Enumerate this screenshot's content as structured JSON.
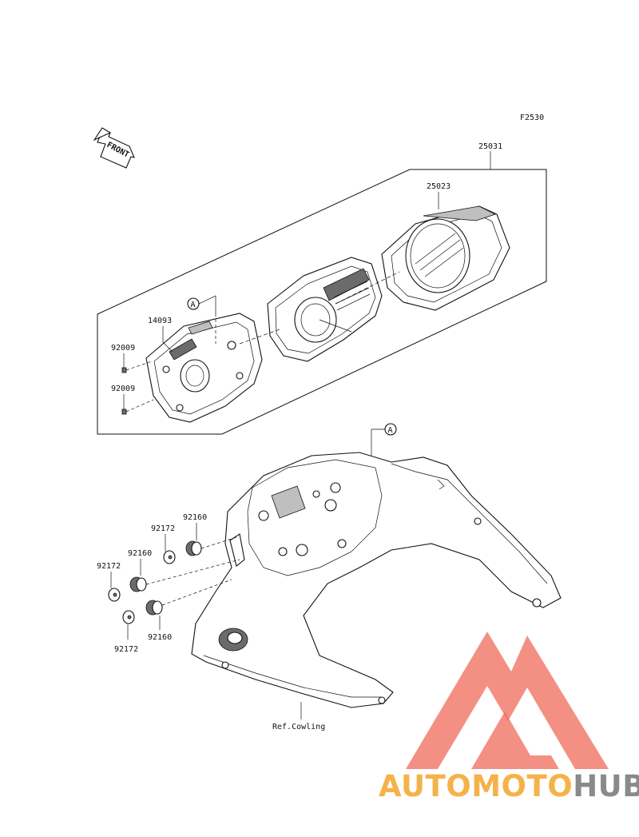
{
  "figure_code": "F2530",
  "front_label": "FRONT",
  "callout_a": "A",
  "parts": {
    "meter_assy": "25031",
    "meter_case": "25023",
    "bracket": "14093",
    "screw_upper": "92009",
    "screw_lower": "92009",
    "damper_top": "92160",
    "collar_top": "92172",
    "damper_mid": "92160",
    "collar_mid": "92172",
    "damper_low": "92160",
    "collar_low": "92172"
  },
  "ref_label": "Ref.Cowling",
  "watermark": {
    "text_part1": "AUTOMOTO",
    "text_part2": "HUB",
    "color_orange": "#f5b24a",
    "color_red": "#ef6b5a",
    "color_grey": "#8a8a8a"
  }
}
